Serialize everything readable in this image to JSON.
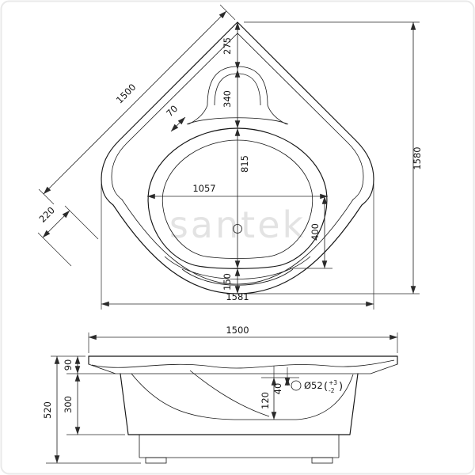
{
  "watermark": {
    "text": "santek"
  },
  "top_view": {
    "dims": {
      "side": "1500",
      "height": "1580",
      "width": "1581",
      "apex_to_seat": "275",
      "seat": "340",
      "seat_edge": "70",
      "basin_length": "815",
      "basin_width": "1057",
      "basin_right": "400",
      "corner": "220",
      "front_edge": "150"
    }
  },
  "side_view": {
    "dims": {
      "width": "1500",
      "rim_height": "90",
      "body_height": "300",
      "total_height": "520",
      "drain_height": "120",
      "drain_offset": "40",
      "drain_diameter": "Ø52",
      "paren_open": "(",
      "tol_plus": "+3",
      "tol_minus": "-2",
      "paren_close": ")"
    }
  }
}
